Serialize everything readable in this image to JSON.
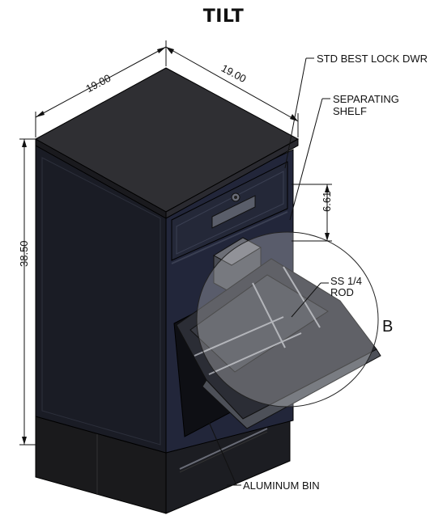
{
  "title": "TILT",
  "dimensions": {
    "width_left": "19.00",
    "width_right": "19.00",
    "height": "38.50",
    "drawer_height": "6.61"
  },
  "callouts": {
    "std_lock": "STD BEST LOCK DWR",
    "separating_shelf_line1": "SEPARATING",
    "separating_shelf_line2": "SHELF",
    "rod_line1": "SS 1/4",
    "rod_line2": "ROD",
    "aluminum_bin": "ALUMINUM BIN",
    "detail": "B"
  },
  "colors": {
    "cabinet_front": "#1f2230",
    "cabinet_side": "#181a22",
    "cabinet_top": "#2e2e32",
    "bin": "#262830",
    "line": "#111111"
  }
}
